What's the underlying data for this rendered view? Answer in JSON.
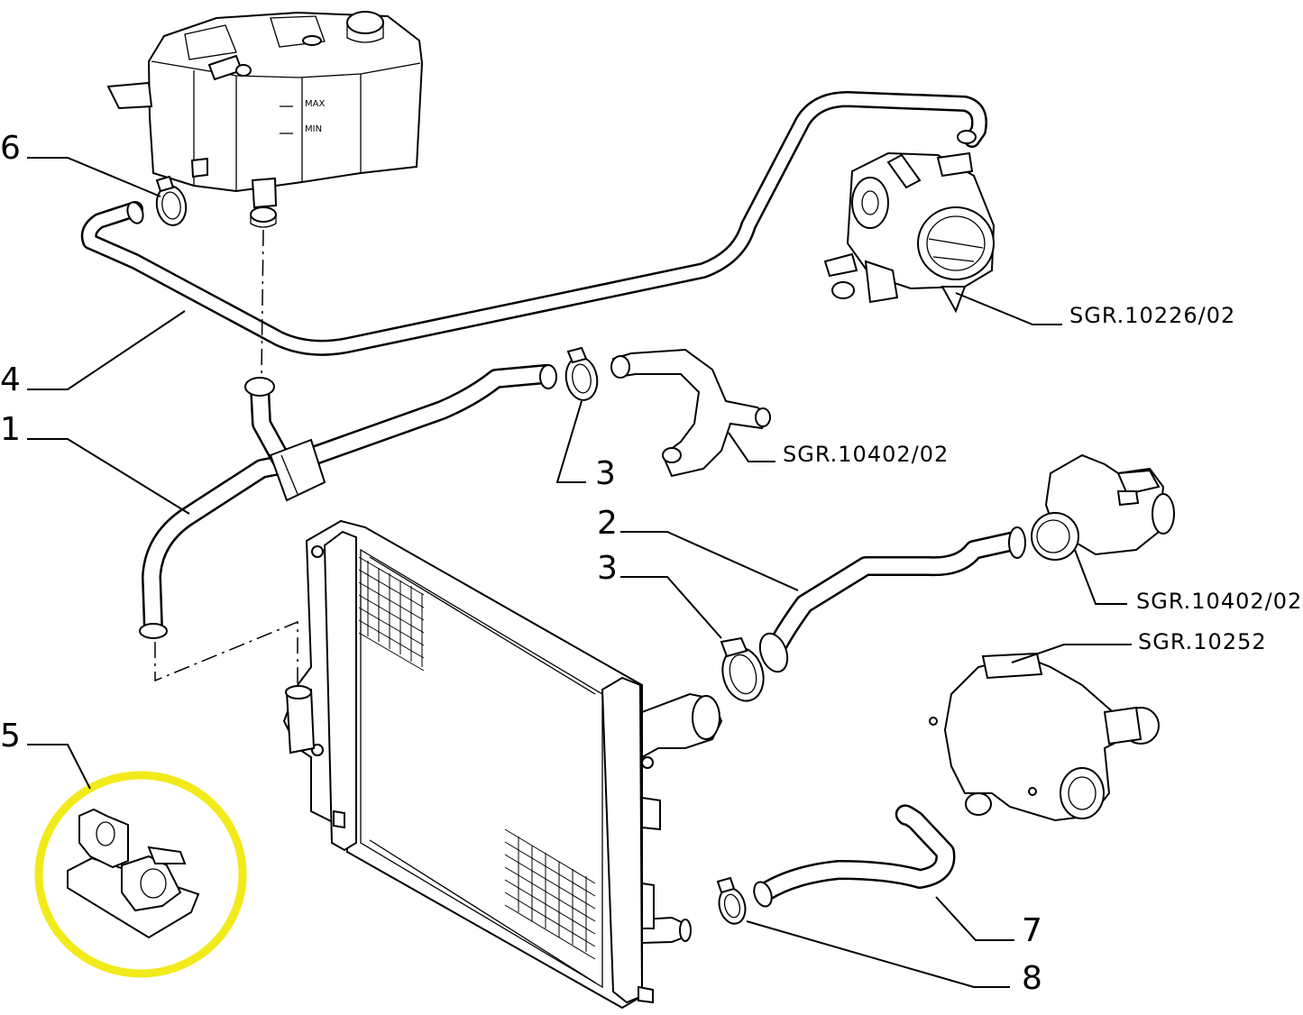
{
  "callouts": {
    "c1": "1",
    "c2": "2",
    "c3a": "3",
    "c3b": "3",
    "c4": "4",
    "c5": "5",
    "c6": "6",
    "c7": "7",
    "c8": "8"
  },
  "references": {
    "throttle_body": "SGR.10226/02",
    "pipe_upper": "SGR.10402/02",
    "thermostat": "SGR.10402/02",
    "water_pump": "SGR.10252"
  },
  "tank_marks": {
    "max": "MAX",
    "min": "MIN"
  },
  "highlight_color": "#f2ea1a"
}
